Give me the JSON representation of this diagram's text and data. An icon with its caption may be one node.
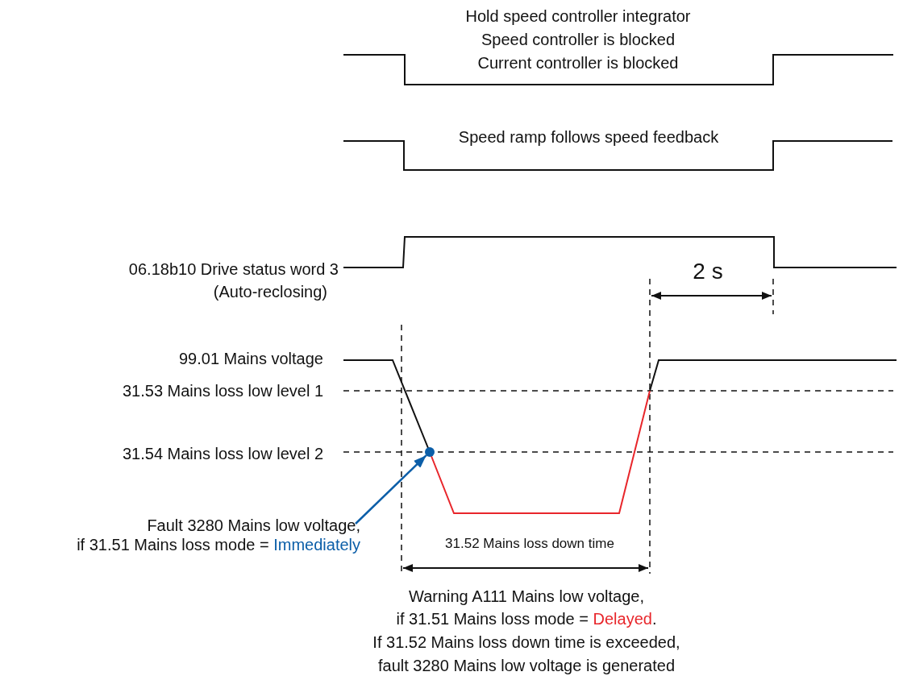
{
  "diagram": {
    "nodes": [
      {
        "text": [
          "Fault 3280 Mains low voltage,",
          "if 31.51 Mains loss mode = *Immediately*"
        ]
      },
      {
        "text": [],
        "shape": "circle"
      }
    ],
    "edges": [
      {
        "from": 0,
        "to": 1,
        "arrow": "to",
        "color": "#0b5ea8"
      }
    ],
    "labels": [
      "Hold speed controller integrator",
      "Speed controller is blocked",
      "Current controller is blocked",
      "Speed ramp follows speed feedback",
      "06.18b10 Drive status word 3",
      "(Auto-reclosing)",
      "2 s",
      "99.01 Mains voltage",
      "31.53 Mains loss low level 1",
      "31.54 Mains loss low level 2",
      "31.52 Mains loss down time",
      "Warning A111 Mains low voltage,",
      "if 31.51 Mains loss mode = *Delayed*.",
      "If 31.52 Mains loss down time is exceeded,",
      "fault 3280 Mains low voltage is generated"
    ]
  }
}
